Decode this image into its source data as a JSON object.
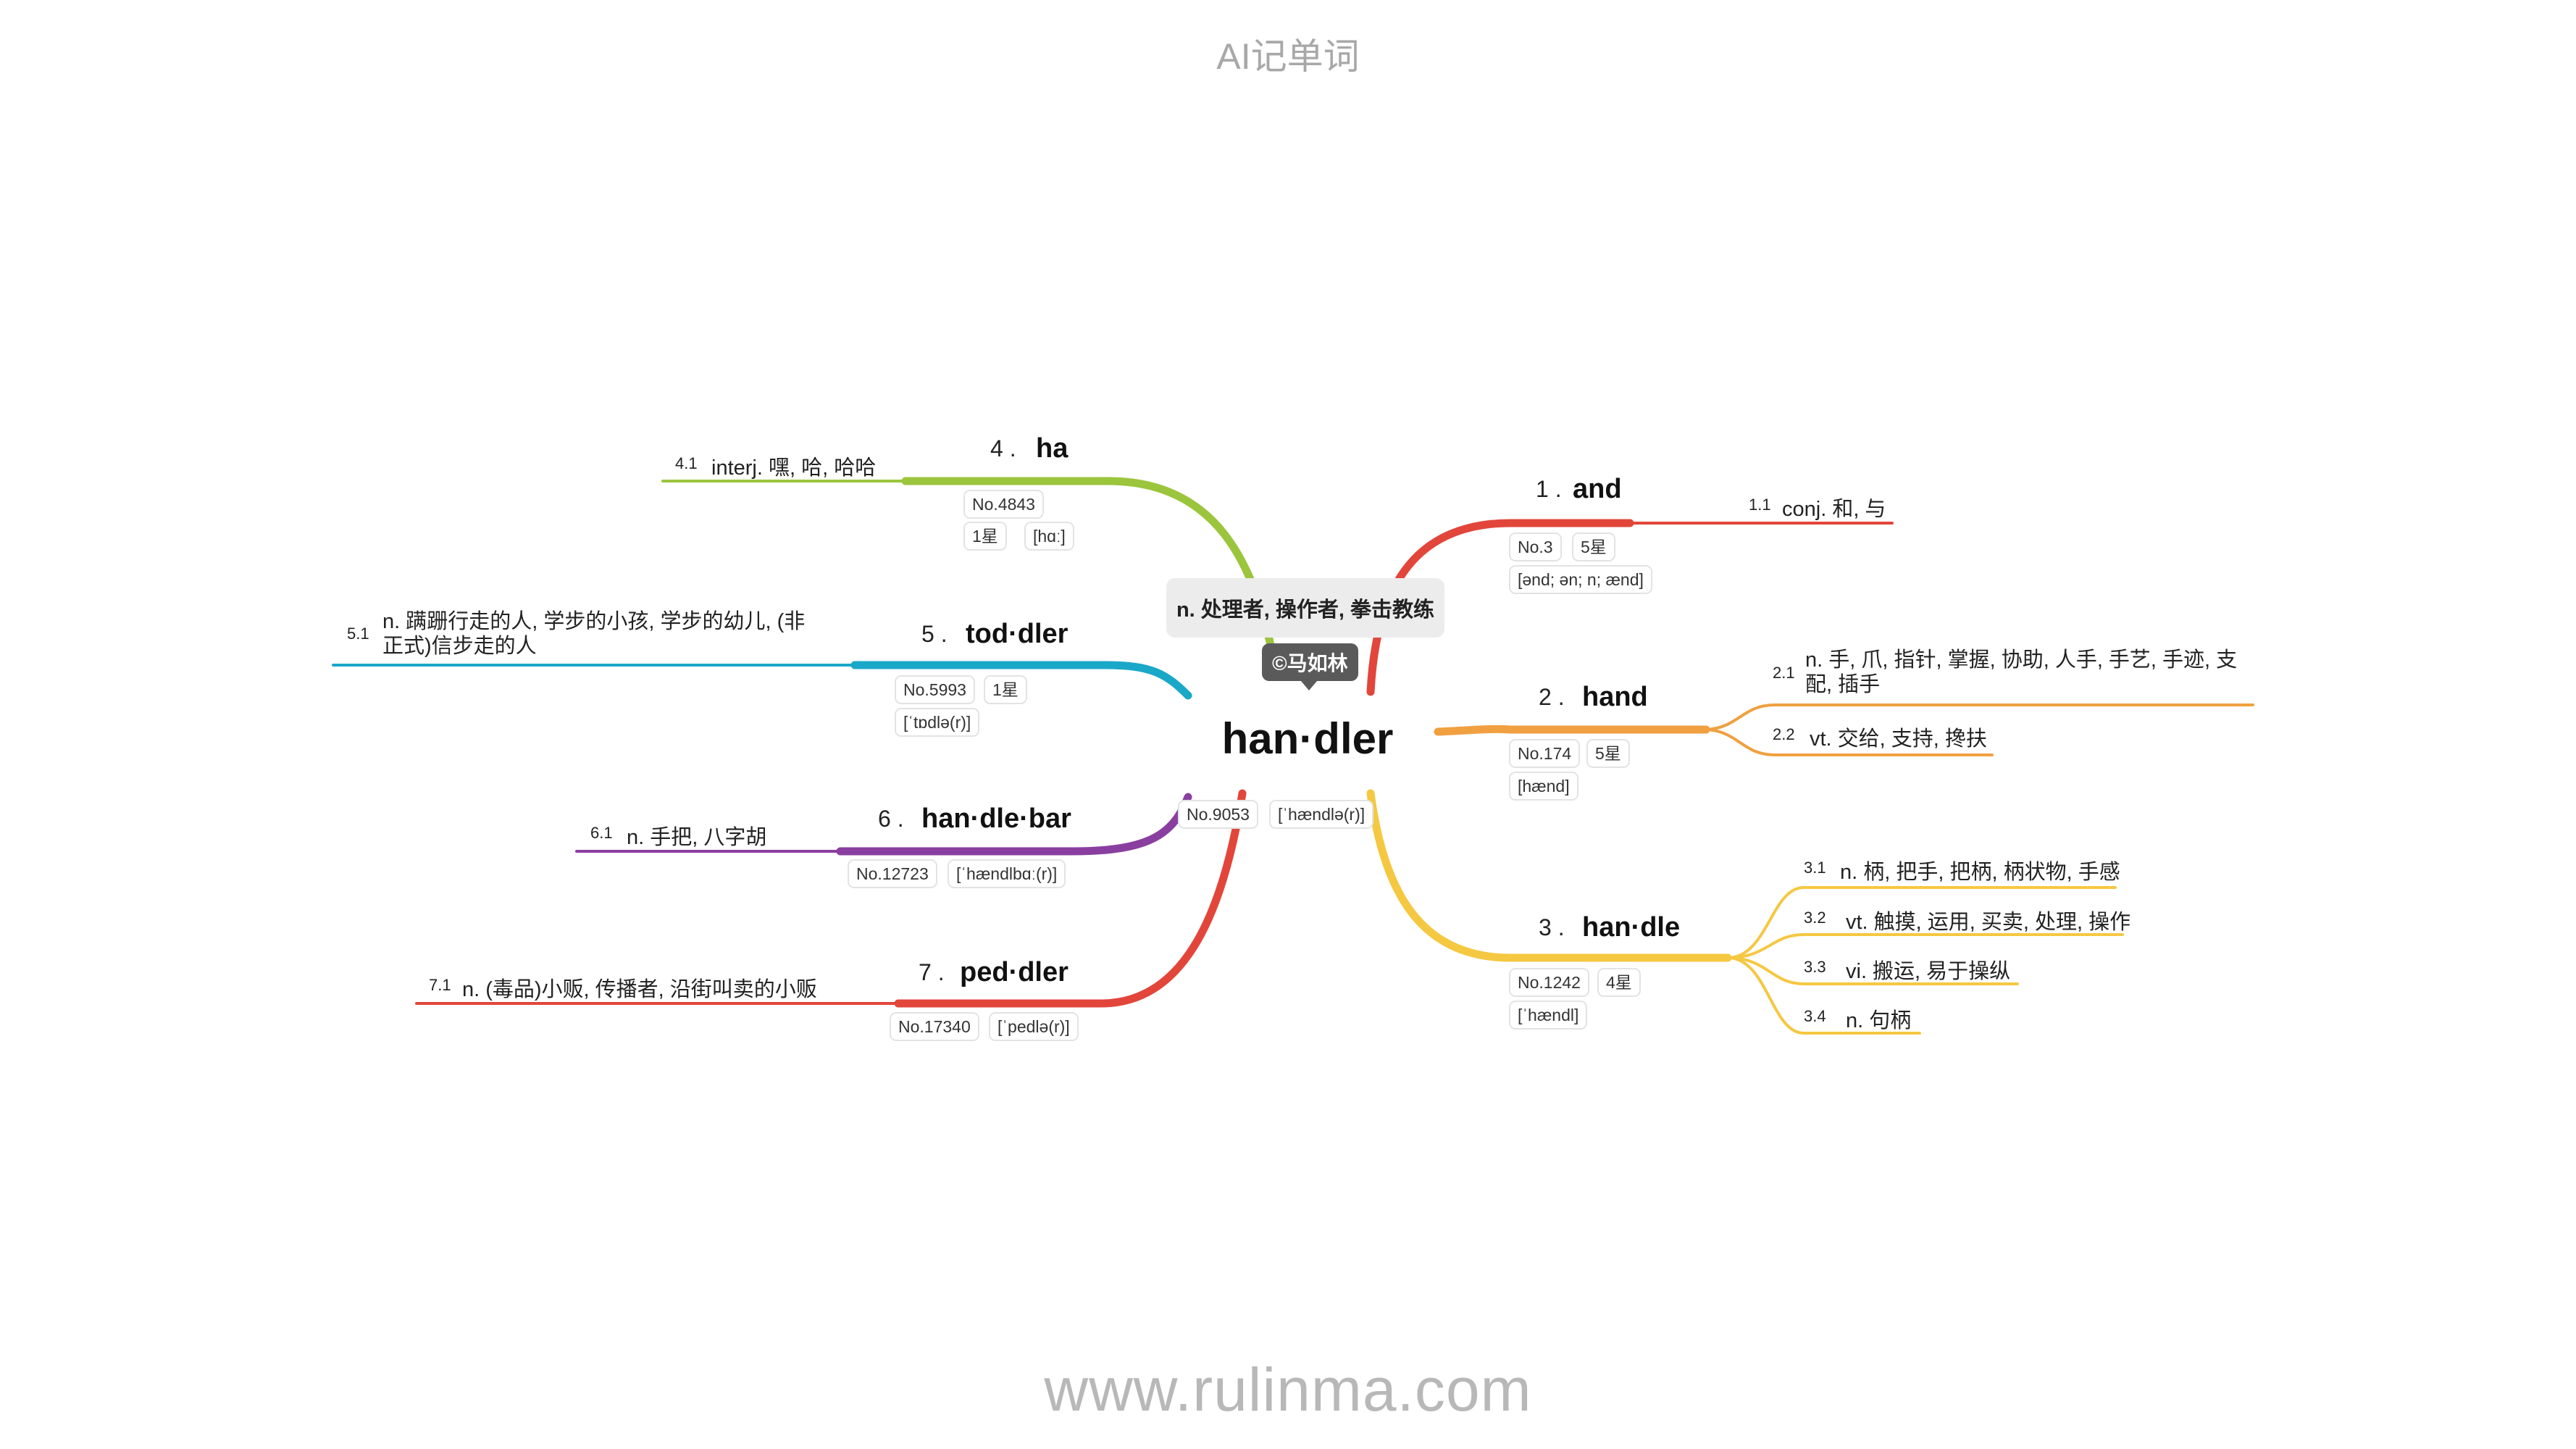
{
  "app_title": "AI记单词",
  "footer_url": "www.rulinma.com",
  "center": {
    "word": "han·dler",
    "meaning": "n. 处理者, 操作者, 拳击教练",
    "copyright": "©马如林",
    "no": "No.9053",
    "phonetic": "[ˈhændlə(r)]"
  },
  "branches": [
    {
      "index": "1 .",
      "word": "and",
      "color": "#e2463b",
      "no": "No.3",
      "stars": "5星",
      "phonetic": "[ənd; ən; n; ænd]",
      "senses": [
        {
          "num": "1.1",
          "text": "conj. 和, 与"
        }
      ]
    },
    {
      "index": "2 .",
      "word": "hand",
      "color": "#f0a040",
      "no": "No.174",
      "stars": "5星",
      "phonetic": "[hænd]",
      "senses": [
        {
          "num": "2.1",
          "text": "n. 手, 爪, 指针, 掌握, 协助, 人手, 手艺, 手迹, 支配, 插手"
        },
        {
          "num": "2.2",
          "text": "vt. 交给, 支持, 搀扶"
        }
      ]
    },
    {
      "index": "3 .",
      "word": "han·dle",
      "color": "#f5c842",
      "no": "No.1242",
      "stars": "4星",
      "phonetic": "[ˈhændl]",
      "senses": [
        {
          "num": "3.1",
          "text": "n. 柄, 把手, 把柄, 柄状物, 手感"
        },
        {
          "num": "3.2",
          "text": "vt. 触摸, 运用, 买卖, 处理, 操作"
        },
        {
          "num": "3.3",
          "text": "vi. 搬运, 易于操纵"
        },
        {
          "num": "3.4",
          "text": "n. 句柄"
        }
      ]
    },
    {
      "index": "4 .",
      "word": "ha",
      "color": "#9bc53d",
      "no": "No.4843",
      "stars": "1星",
      "phonetic": "[hɑː]",
      "senses": [
        {
          "num": "4.1",
          "text": "interj. 嘿, 哈, 哈哈"
        }
      ]
    },
    {
      "index": "5 .",
      "word": "tod·dler",
      "color": "#1aa8c8",
      "no": "No.5993",
      "stars": "1星",
      "phonetic": "[ˈtɒdlə(r)]",
      "senses": [
        {
          "num": "5.1",
          "text": "n. 蹒跚行走的人, 学步的小孩, 学步的幼儿, (非正式)信步走的人"
        }
      ]
    },
    {
      "index": "6 .",
      "word": "han·dle·bar",
      "color": "#8a3fa0",
      "no": "No.12723",
      "stars": "",
      "phonetic": "[ˈhændlbɑː(r)]",
      "senses": [
        {
          "num": "6.1",
          "text": "n. 手把, 八字胡"
        }
      ]
    },
    {
      "index": "7 .",
      "word": "ped·dler",
      "color": "#e2463b",
      "no": "No.17340",
      "stars": "",
      "phonetic": "[ˈpedlə(r)]",
      "senses": [
        {
          "num": "7.1",
          "text": "n. (毒品)小贩, 传播者, 沿街叫卖的小贩"
        }
      ]
    }
  ]
}
